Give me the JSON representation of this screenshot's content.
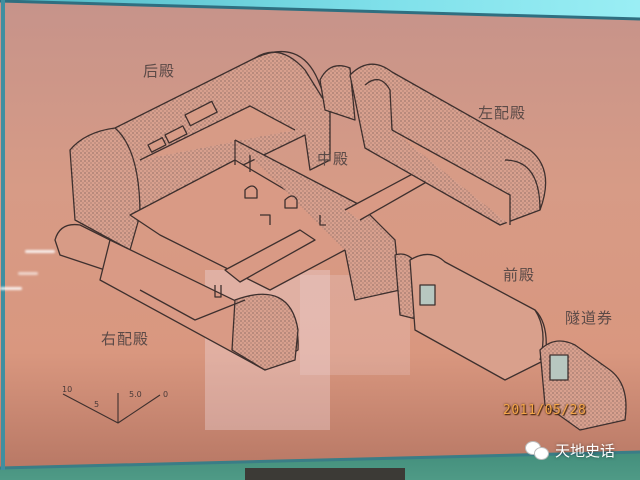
{
  "panel": {
    "subject": "Isometric diagram of underground tomb palace",
    "labels": {
      "rear_hall": "后殿",
      "left_side_hall": "左配殿",
      "middle_hall": "中殿",
      "front_hall": "前殿",
      "tunnel_vault": "隧道券",
      "right_side_hall": "右配殿"
    },
    "scale_bar": {
      "ticks": [
        "10",
        "5",
        "5.0",
        "0"
      ]
    }
  },
  "overlay": {
    "date_stamp": "2011/05/28",
    "watermark_text": "天地史话",
    "watermark_icon": "wechat-icon"
  },
  "colors": {
    "panel_pink": "#d79b86",
    "wall_cyan": "#7fe0ea",
    "floor_green": "#4f9a86",
    "ink": "#4a3a38",
    "date_orange": "#f4a64a"
  }
}
